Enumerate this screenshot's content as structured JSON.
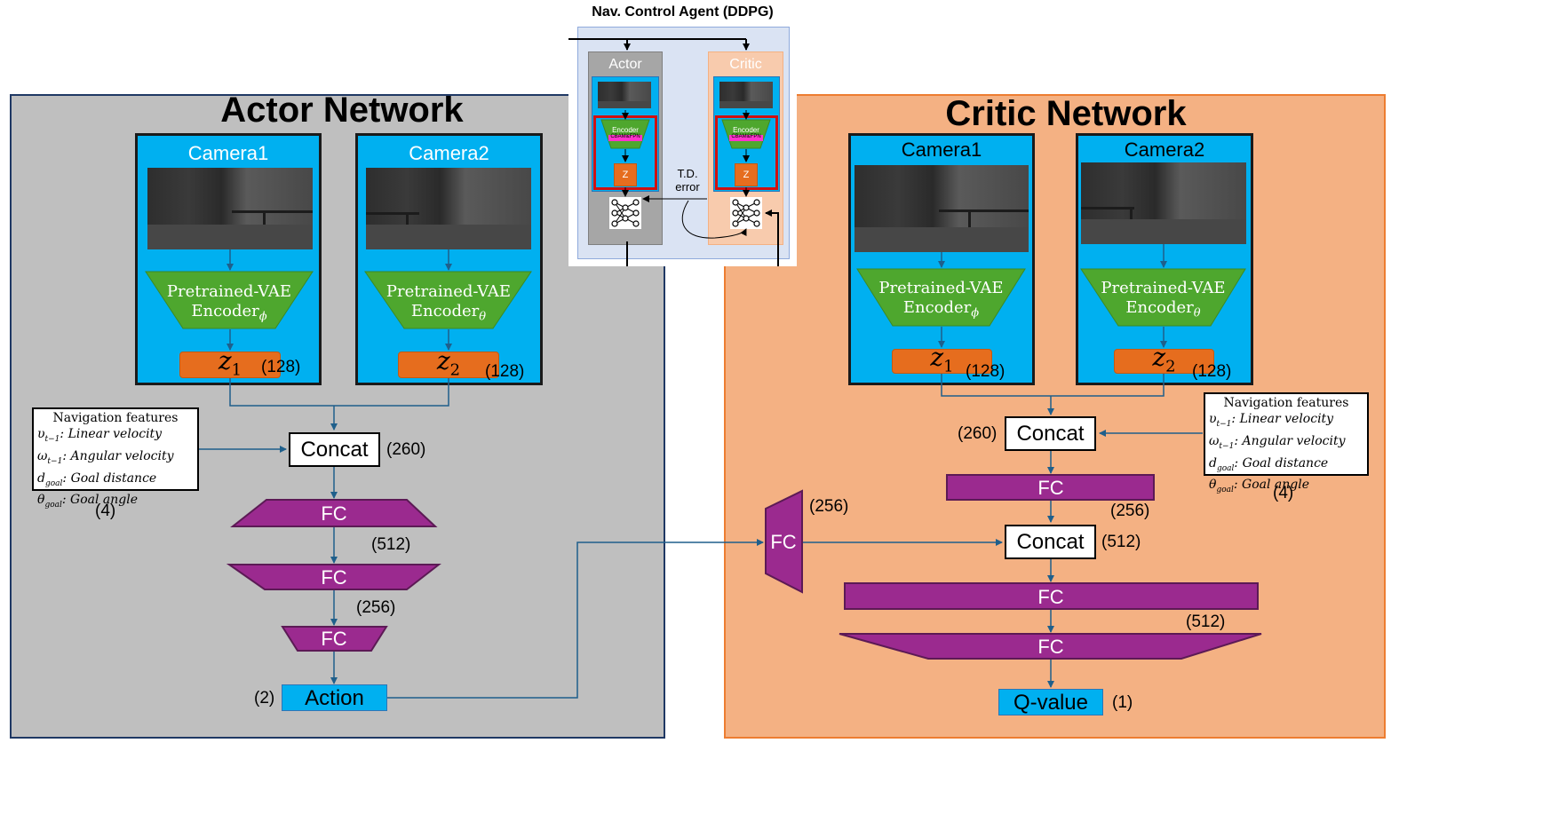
{
  "ddpg": {
    "title": "Nav. Control Agent (DDPG)",
    "actor_label": "Actor",
    "critic_label": "Critic",
    "encoder_label": "Encoder",
    "cbam_label": "CBAM&FPN",
    "z_label": "Z",
    "td_error": "T.D.\nerror"
  },
  "actor": {
    "title": "Actor Network",
    "camera1": {
      "title": "Camera1",
      "encoder_line1": "Pretrained-VAE",
      "encoder_line2": "Encoder",
      "encoder_sub": "ϕ",
      "z": "z",
      "z_sub": "1",
      "dim": "(128)"
    },
    "camera2": {
      "title": "Camera2",
      "encoder_line1": "Pretrained-VAE",
      "encoder_line2": "Encoder",
      "encoder_sub": "θ",
      "z": "z",
      "z_sub": "2",
      "dim": "(128)"
    },
    "nav": {
      "title": "Navigation features",
      "lines": [
        "υ_{t−1}: Linear velocity",
        "ω_{t−1}: Angular velocity",
        "d_{goal}: Goal distance",
        "θ_{goal}: Goal angle"
      ],
      "dim": "(4)"
    },
    "concat": {
      "label": "Concat",
      "dim": "(260)"
    },
    "fc1": {
      "label": "FC",
      "dim": "(512)"
    },
    "fc2": {
      "label": "FC",
      "dim": "(256)"
    },
    "fc3": {
      "label": "FC"
    },
    "action": {
      "label": "Action",
      "dim": "(2)"
    }
  },
  "critic": {
    "title": "Critic Network",
    "camera1": {
      "title": "Camera1",
      "encoder_line1": "Pretrained-VAE",
      "encoder_line2": "Encoder",
      "encoder_sub": "ϕ",
      "z": "z",
      "z_sub": "1",
      "dim": "(128)"
    },
    "camera2": {
      "title": "Camera2",
      "encoder_line1": "Pretrained-VAE",
      "encoder_line2": "Encoder",
      "encoder_sub": "θ",
      "z": "z",
      "z_sub": "2",
      "dim": "(128)"
    },
    "nav": {
      "title": "Navigation features",
      "lines": [
        "υ_{t−1}: Linear velocity",
        "ω_{t−1}: Angular velocity",
        "d_{goal}: Goal distance",
        "θ_{goal}: Goal angle"
      ],
      "dim": "(4)"
    },
    "concat1": {
      "label": "Concat",
      "dim": "(260)"
    },
    "fc1": {
      "label": "FC",
      "dim": "(256)"
    },
    "fc_action": {
      "label": "FC",
      "dim": "(256)"
    },
    "concat2": {
      "label": "Concat",
      "dim": "(512)"
    },
    "fc2": {
      "label": "FC",
      "dim": "(512)"
    },
    "fc3": {
      "label": "FC"
    },
    "qvalue": {
      "label": "Q-value",
      "dim": "(1)"
    }
  },
  "colors": {
    "actor_bg": "#bfbfbf",
    "critic_bg": "#f4b183",
    "camera_bg": "#00b0f0",
    "encoder_green": "#4ea72e",
    "z_orange": "#e66d1e",
    "fc_purple": "#9b2a8f",
    "arrow_blue": "#1f5f8b"
  }
}
